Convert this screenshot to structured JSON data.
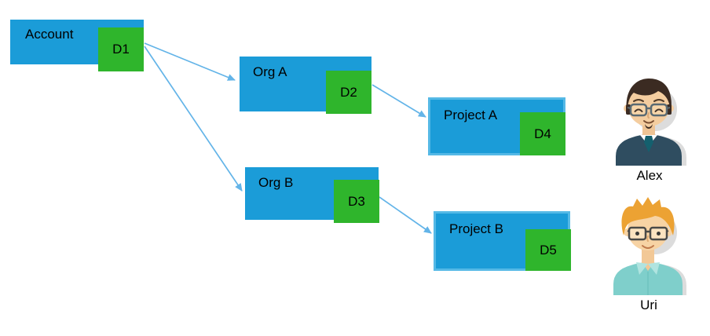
{
  "diagram": {
    "nodes": [
      {
        "id": "account",
        "label": "Account",
        "badge": "D1"
      },
      {
        "id": "org-a",
        "label": "Org A",
        "badge": "D2"
      },
      {
        "id": "org-b",
        "label": "Org B",
        "badge": "D3"
      },
      {
        "id": "project-a",
        "label": "Project A",
        "badge": "D4"
      },
      {
        "id": "project-b",
        "label": "Project B",
        "badge": "D5"
      }
    ],
    "edges": [
      {
        "from": "D1",
        "to": "Org A"
      },
      {
        "from": "D1",
        "to": "Org B"
      },
      {
        "from": "D2",
        "to": "Project A"
      },
      {
        "from": "D3",
        "to": "Project B"
      }
    ],
    "colors": {
      "node_fill": "#1b9cd8",
      "node_rim": "#55b9e6",
      "badge_fill": "#2fb52c",
      "edge": "#63b4e8",
      "text": "#000000"
    }
  },
  "users": [
    {
      "name": "Alex",
      "avatar": "man-dark-hair-glasses-navy-sweater-tie"
    },
    {
      "name": "Uri",
      "avatar": "man-blond-spiky-hair-glasses-teal-shirt"
    }
  ]
}
